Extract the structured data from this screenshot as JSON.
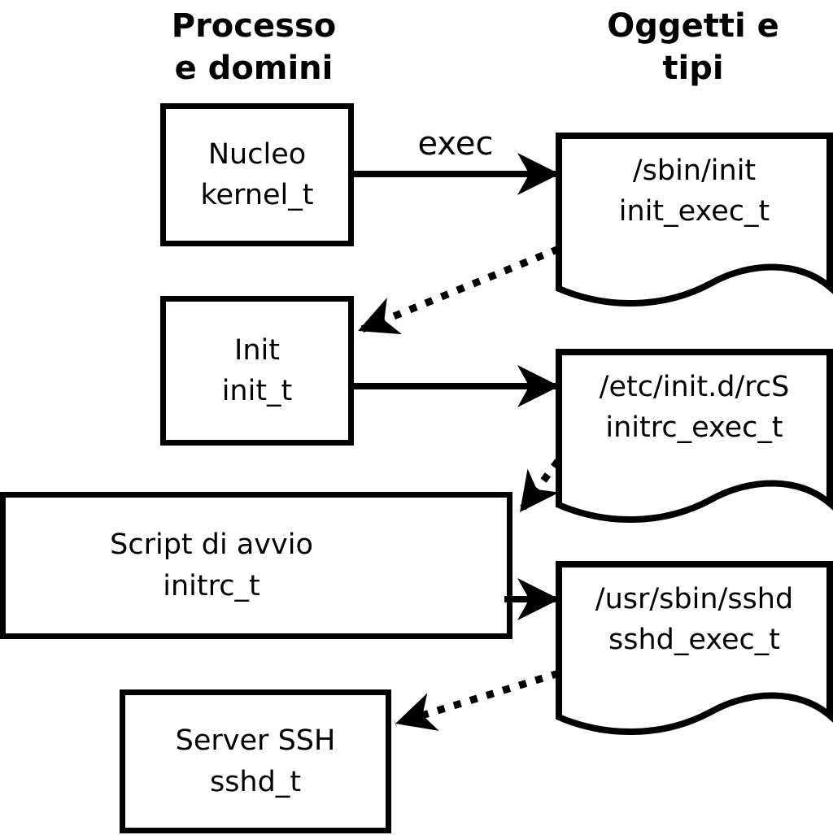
{
  "diagram": {
    "column_left_title": "Processo\ne domini",
    "column_right_title": "Oggetti e\ntipi",
    "exec_arrow_label": "exec"
  },
  "process_boxes": [
    {
      "label": "Nucleo",
      "type": "kernel_t"
    },
    {
      "label": "Init",
      "type": "init_t"
    },
    {
      "label": "Script di avvio",
      "type": "initrc_t"
    },
    {
      "label": "Server SSH",
      "type": "sshd_t"
    }
  ],
  "object_docs": [
    {
      "path": "/sbin/init",
      "type": "init_exec_t"
    },
    {
      "path": "/etc/init.d/rcS",
      "type": "initrc_exec_t"
    },
    {
      "path": "/usr/sbin/sshd",
      "type": "sshd_exec_t"
    }
  ],
  "colors": {
    "line": "#000000",
    "background": "#ffffff"
  }
}
